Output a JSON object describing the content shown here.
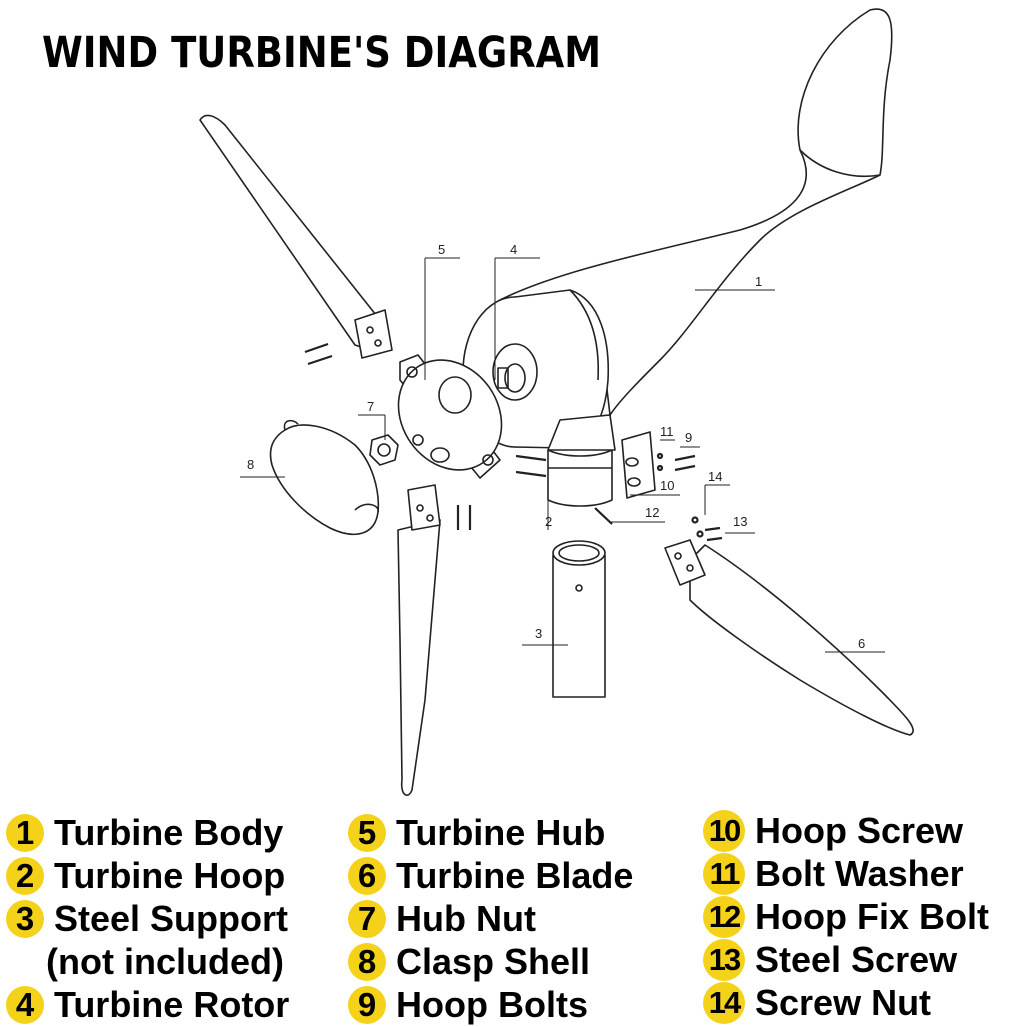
{
  "title": "WIND TURBINE'S DIAGRAM",
  "callout_numbers": [
    "1",
    "2",
    "3",
    "4",
    "5",
    "6",
    "7",
    "8",
    "9",
    "10",
    "11",
    "12",
    "13",
    "14"
  ],
  "badge_color": "#f5d21a",
  "legend": {
    "col1": [
      {
        "num": "1",
        "label": "Turbine Body"
      },
      {
        "num": "2",
        "label": "Turbine Hoop"
      },
      {
        "num": "3",
        "label": "Steel Support"
      },
      {
        "num": "",
        "label": "(not included)"
      },
      {
        "num": "4",
        "label": "Turbine Rotor"
      }
    ],
    "col2": [
      {
        "num": "5",
        "label": "Turbine Hub"
      },
      {
        "num": "6",
        "label": "Turbine Blade"
      },
      {
        "num": "7",
        "label": "Hub Nut"
      },
      {
        "num": "8",
        "label": "Clasp Shell"
      },
      {
        "num": "9",
        "label": "Hoop Bolts"
      }
    ],
    "col3": [
      {
        "num": "10",
        "label": "Hoop Screw"
      },
      {
        "num": "11",
        "label": "Bolt Washer"
      },
      {
        "num": "12",
        "label": "Hoop Fix Bolt"
      },
      {
        "num": "13",
        "label": "Steel Screw"
      },
      {
        "num": "14",
        "label": "Screw Nut"
      }
    ]
  }
}
